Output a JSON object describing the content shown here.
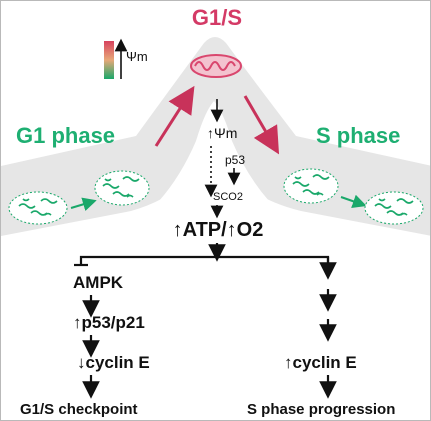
{
  "labels": {
    "g1s": "G1/S",
    "g1_phase": "G1 phase",
    "s_phase": "S phase",
    "psi_m_legend": "Ψm",
    "psi_m_up": "↑Ψm",
    "p53_top": "p53",
    "sco2": "SCO2",
    "atp_o2": "↑ATP/↑O2",
    "ampk": "AMPK",
    "p53_p21": "↑p53/p21",
    "cyclin_e_down": "↓cyclin E",
    "cyclin_e_up": "↑cyclin E",
    "g1s_checkpoint": "G1/S checkpoint",
    "s_phase_progression": "S phase progression"
  },
  "colors": {
    "green_text": "#1eaf72",
    "pink_text": "#d43a66",
    "band_fill": "#e6e6e6",
    "mito_pink": "#d9476e",
    "cell_green": "#1aa86a"
  },
  "icons": {
    "membrane_potential_gradient": "red-to-green-gradient-bar-icon",
    "mitochondrion": "mitochondrion-icon",
    "cell": "mitochondria-network-cell-icon"
  }
}
